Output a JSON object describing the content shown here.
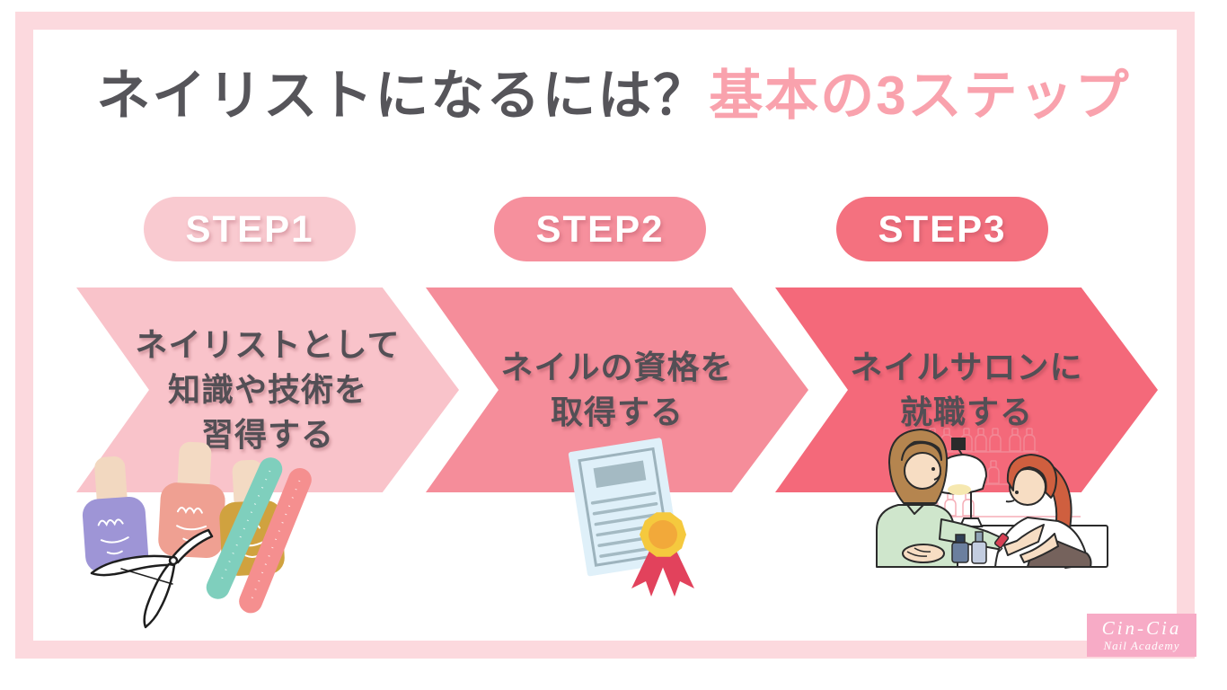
{
  "title": {
    "prefix": "ネイリストになるには？",
    "highlight": "基本の3ステップ"
  },
  "steps": [
    {
      "badge_label": "STEP1",
      "line1": "ネイリストとして",
      "line2": "知識や技術を",
      "line3": "習得する",
      "badge_color": "#f9cad0",
      "arrow_color": "#f9c3ca",
      "illustration": "nail-polish-bottles-files-and-cuticle-nipper"
    },
    {
      "badge_label": "STEP2",
      "line1": "ネイルの資格を",
      "line2": "取得する",
      "badge_color": "#f6909d",
      "arrow_color": "#f58d9a",
      "illustration": "certificate-with-gold-medal"
    },
    {
      "badge_label": "STEP3",
      "line1": "ネイルサロンに",
      "line2": "就職する",
      "badge_color": "#f4717f",
      "arrow_color": "#f4697a",
      "illustration": "nail-salon-manicure-scene"
    }
  ],
  "logo": {
    "name": "Cin-Cia",
    "subtitle": "Nail Academy",
    "bg_color": "#f7abc6"
  },
  "colors": {
    "frame": "#fcd9de",
    "title_dark": "#56555a",
    "title_pink": "#f9a2ad",
    "arrow_text": "#534f55",
    "badge_text": "#ffffff",
    "background": "#ffffff"
  }
}
